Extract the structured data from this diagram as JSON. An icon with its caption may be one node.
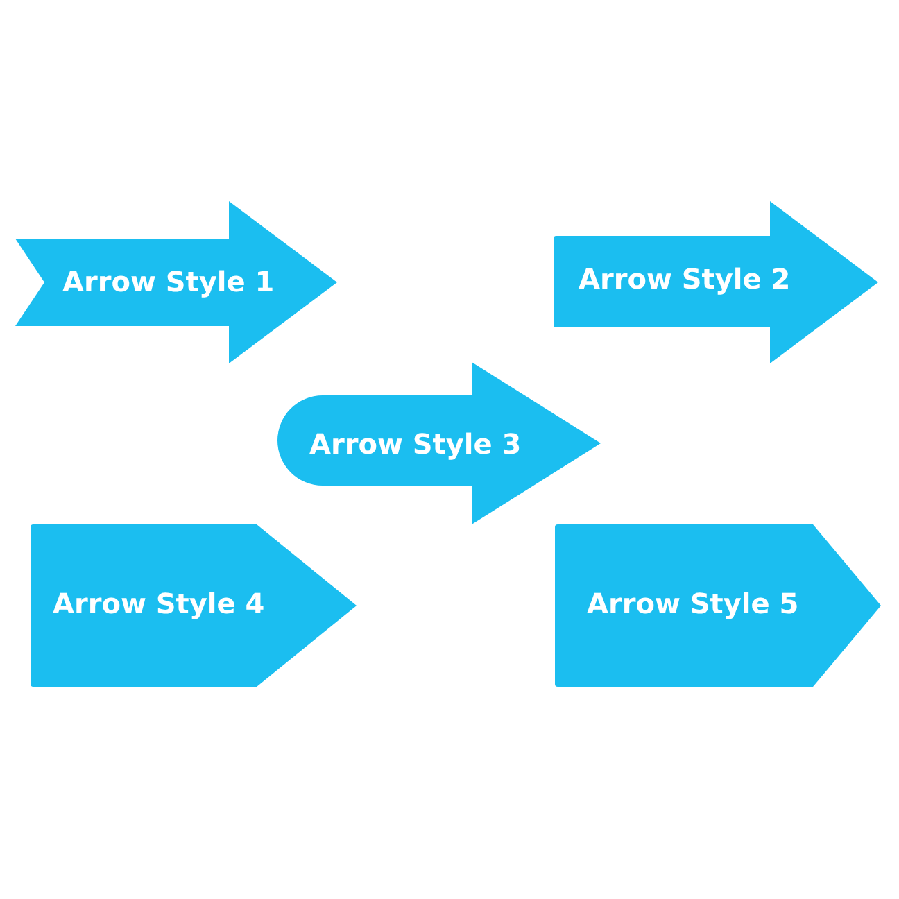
{
  "diagram": {
    "nodes": [
      {
        "text": [
          "Arrow Style 1"
        ]
      },
      {
        "text": [
          "Arrow Style 2"
        ]
      },
      {
        "text": [
          "Arrow Style 3"
        ]
      },
      {
        "text": [
          "Arrow Style 4"
        ]
      },
      {
        "text": [
          "Arrow Style 5"
        ]
      }
    ]
  }
}
